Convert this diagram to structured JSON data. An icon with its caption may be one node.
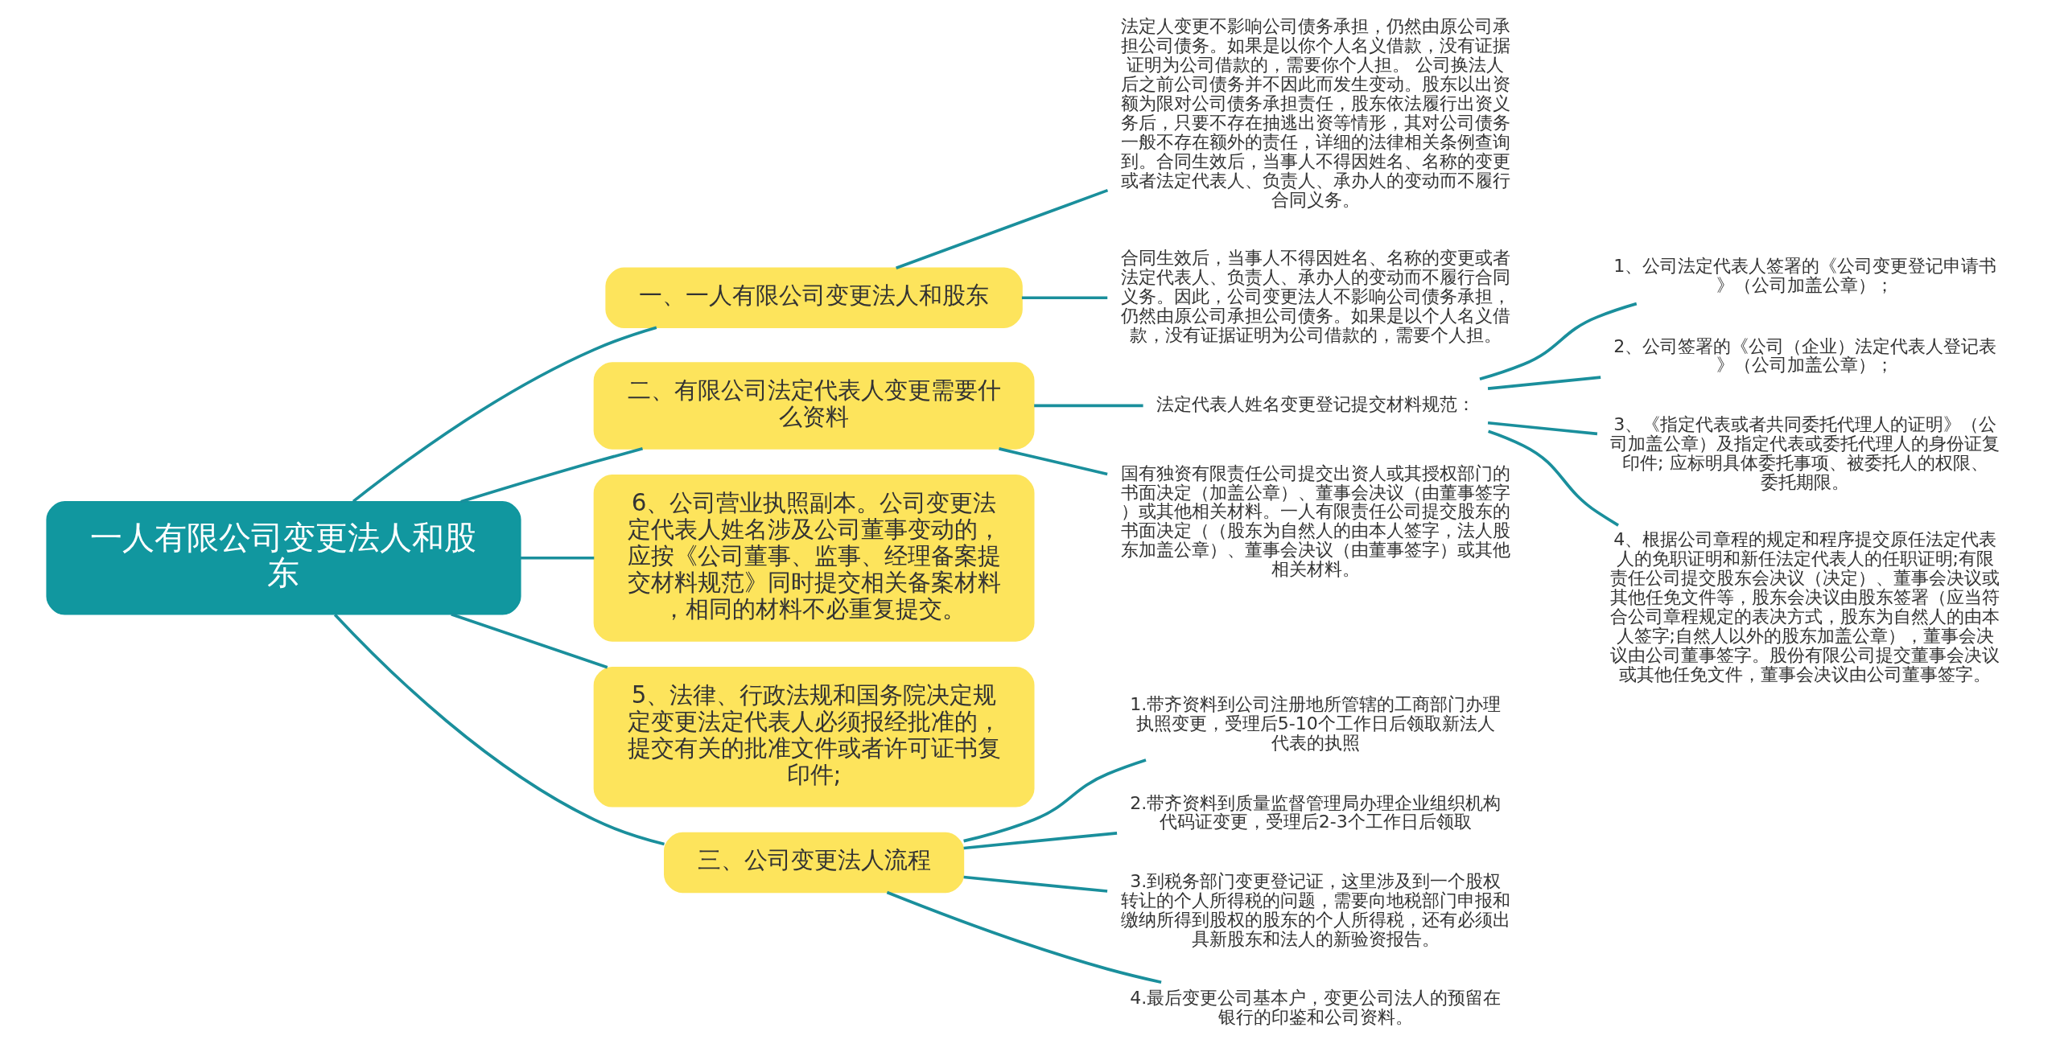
{
  "diagram": {
    "nodes": [
      {
        "text": [
          "一人有限公司变更法人和股东"
        ]
      },
      {
        "text": [
          "一、一人有限公司变更法人和股东"
        ]
      },
      {
        "text": [
          "法定人变更不影响公司债务承担，仍然由原公司承担公司债务。如果是以你个人名义借款，没有证据证明为公司借款的，需要你个人担。 公司换法人后之前公司债务并不因此而发生变动。股东以出资额为限对公司债务承担责任，股东依法履行出资义务后，只要不存在抽逃出资等情形，其对公司债务一般不存在额外的责任，详细的法律相关条例查询到。合同生效后，当事人不得因姓名、名称的变更或者法定代表人、负责人、承办人的变动而不履行合同义务。"
        ]
      },
      {
        "text": [
          "合同生效后，当事人不得因姓名、名称的变更或者法定代表人、负责人、承办人的变动而不履行合同义务。因此，公司变更法人不影响公司债务承担，仍然由原公司承担公司债务。如果是以个人名义借款，没有证据证明为公司借款的，需要个人担。"
        ]
      },
      {
        "text": [
          "二、有限公司法定代表人变更需要什么资料"
        ]
      },
      {
        "text": [
          "法定代表人姓名变更登记提交材料规范："
        ]
      },
      {
        "text": [
          "1、公司法定代表人签署的《公司变更登记申请书》（公司加盖公章）；"
        ]
      },
      {
        "text": [
          "2、公司签署的《公司（企业）法定代表人登记表》（公司加盖公章）；"
        ]
      },
      {
        "text": [
          "3、《指定代表或者共同委托代理人的证明》（公司加盖公章）及指定代表或委托代理人的身份证复印件; 应标明具体委托事项、被委托人的权限、委托期限。"
        ]
      },
      {
        "text": [
          "4、根据公司章程的规定和程序提交原任法定代表人的免职证明和新任法定代表人的任职证明;有限责任公司提交股东会决议（决定）、董事会决议或其他任免文件等，股东会决议由股东签署（应当符合公司章程规定的表决方式，股东为自然人的由本人签字;自然人以外的股东加盖公章），董事会决议由公司董事签字。股份有限公司提交董事会决议或其他任免文件，董事会决议由公司董事签字。"
        ]
      },
      {
        "text": [
          "国有独资有限责任公司提交出资人或其授权部门的书面决定（加盖公章）、董事会决议（由董事签字）或其他相关材料。一人有限责任公司提交股东的书面决定（（股东为自然人的由本人签字，法人股东加盖公章）、董事会决议（由董事签字）或其他相关材料。"
        ]
      },
      {
        "text": [
          "6、公司营业执照副本。公司变更法定代表人姓名涉及公司董事变动的，应按《公司董事、监事、经理备案提交材料规范》同时提交相关备案材料，相同的材料不必重复提交。"
        ]
      },
      {
        "text": [
          "5、法律、行政法规和国务院决定规定变更法定代表人必须报经批准的，提交有关的批准文件或者许可证书复印件;"
        ]
      },
      {
        "text": [
          "三、公司变更法人流程"
        ]
      },
      {
        "text": [
          "1.带齐资料到公司注册地所管辖的工商部门办理执照变更，受理后5-10个工作日后领取新法人代表的执照"
        ]
      },
      {
        "text": [
          "2.带齐资料到质量监督管理局办理企业组织机构代码证变更，受理后2-3个工作日后领取"
        ]
      },
      {
        "text": [
          "3.到税务部门变更登记证，这里涉及到一个股权转让的个人所得税的问题，需要向地税部门申报和缴纳所得到股权的股东的个人所得税，还有必须出具新股东和法人的新验资报告。"
        ]
      },
      {
        "text": [
          "4.最后变更公司基本户，变更公司法人的预留在银行的印鉴和公司资料。"
        ]
      }
    ],
    "edges": [
      {
        "from": 0,
        "to": 1,
        "arrow": "none"
      },
      {
        "from": 1,
        "to": 2,
        "arrow": "none"
      },
      {
        "from": 1,
        "to": 3,
        "arrow": "none"
      },
      {
        "from": 0,
        "to": 4,
        "arrow": "none"
      },
      {
        "from": 4,
        "to": 5,
        "arrow": "none"
      },
      {
        "from": 5,
        "to": 6,
        "arrow": "none"
      },
      {
        "from": 5,
        "to": 7,
        "arrow": "none"
      },
      {
        "from": 5,
        "to": 8,
        "arrow": "none"
      },
      {
        "from": 5,
        "to": 9,
        "arrow": "none"
      },
      {
        "from": 4,
        "to": 10,
        "arrow": "none"
      },
      {
        "from": 0,
        "to": 11,
        "arrow": "none"
      },
      {
        "from": 0,
        "to": 12,
        "arrow": "none"
      },
      {
        "from": 0,
        "to": 13,
        "arrow": "none"
      },
      {
        "from": 13,
        "to": 14,
        "arrow": "none"
      },
      {
        "from": 13,
        "to": 15,
        "arrow": "none"
      },
      {
        "from": 13,
        "to": 16,
        "arrow": "none"
      },
      {
        "from": 13,
        "to": 17,
        "arrow": "none"
      }
    ]
  }
}
